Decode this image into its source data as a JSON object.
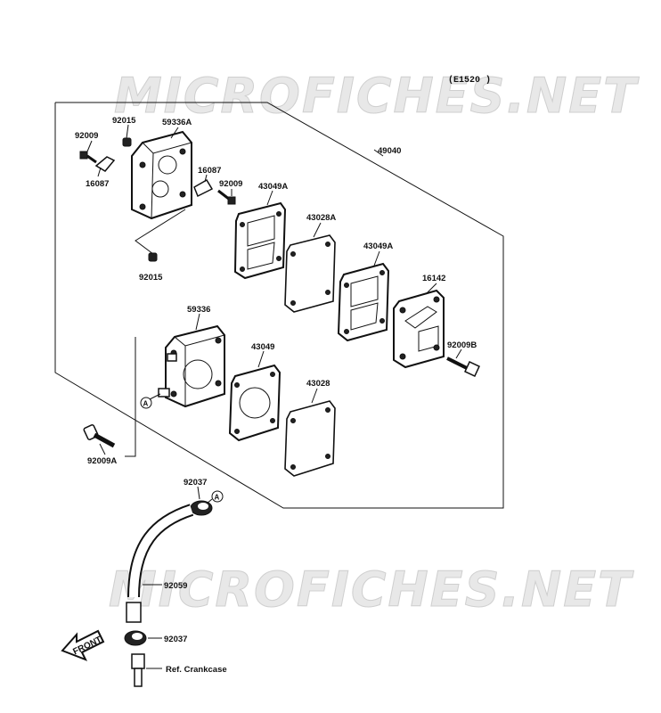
{
  "diagram_code": "(E1520 )",
  "watermark": "MICROFICHES.NET",
  "front_label": "FRONT",
  "ref_marker": "A",
  "parts": {
    "p49040": "49040",
    "p92015a": "92015",
    "p59336a": "59336A",
    "p92009a": "92009",
    "p16087a": "16087",
    "p16087b": "16087",
    "p92009b": "92009",
    "p43049a_1": "43049A",
    "p43028a": "43028A",
    "p43049a_2": "43049A",
    "p16142": "16142",
    "p92015b": "92015",
    "p59336": "59336",
    "p43049": "43049",
    "p43028": "43028",
    "p92009B": "92009B",
    "p92009A": "92009A",
    "p92037a": "92037",
    "p92059": "92059",
    "p92037b": "92037",
    "ref_crankcase": "Ref. Crankcase"
  }
}
